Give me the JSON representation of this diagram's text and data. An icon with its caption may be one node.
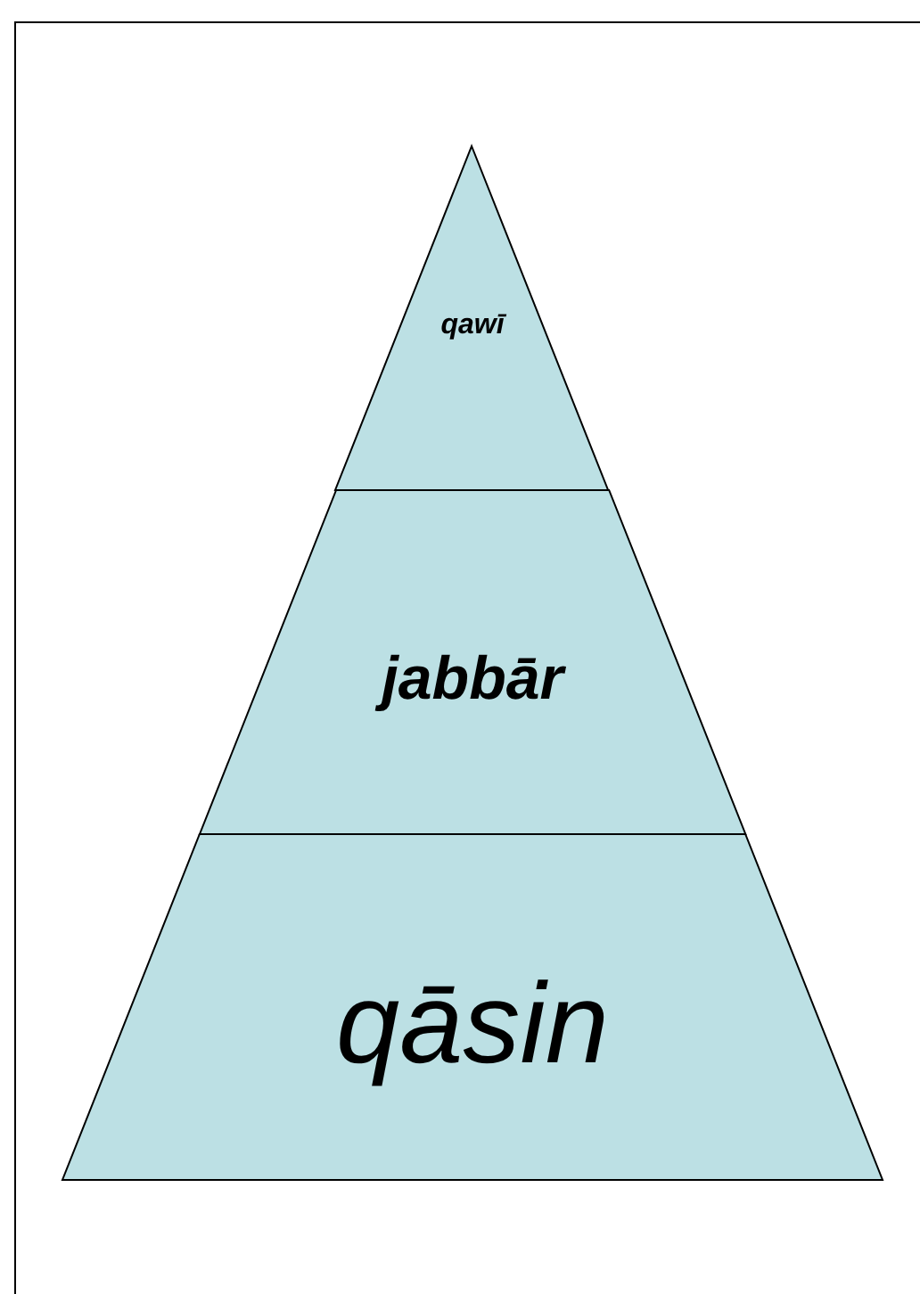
{
  "diagram": {
    "nodes": [
      {
        "text": [
          "qawī"
        ]
      },
      {
        "text": [
          "jabbār"
        ]
      },
      {
        "text": [
          "qāsin"
        ]
      }
    ]
  }
}
